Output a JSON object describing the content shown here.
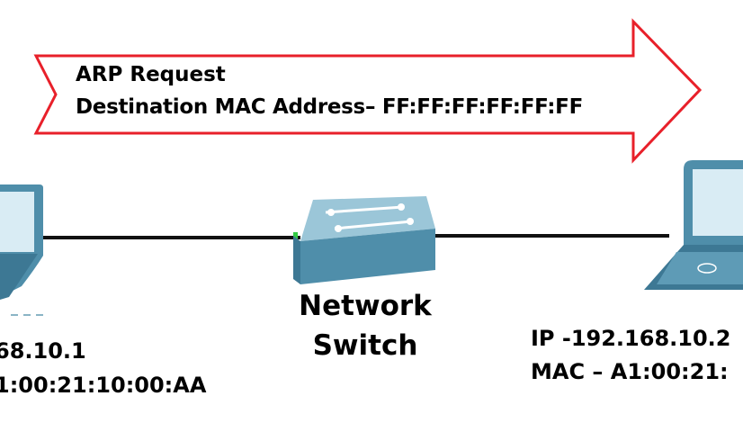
{
  "arp_banner": {
    "line1": "ARP Request",
    "line2": "Destination MAC Address– FF:FF:FF:FF:FF:FF",
    "arrow_color": "#e8202a"
  },
  "switch": {
    "label_line1": "Network",
    "label_line2": "Switch",
    "body_color": "#5a9ab8"
  },
  "left_host": {
    "ip": "68.10.1",
    "mac": "1:00:21:10:00:AA"
  },
  "right_host": {
    "ip": "IP -192.168.10.2",
    "mac": "MAC – A1:00:21:"
  },
  "colors": {
    "link": "#111111",
    "laptop_frame": "#4f8eaa",
    "laptop_screen": "#d9ecf4"
  }
}
